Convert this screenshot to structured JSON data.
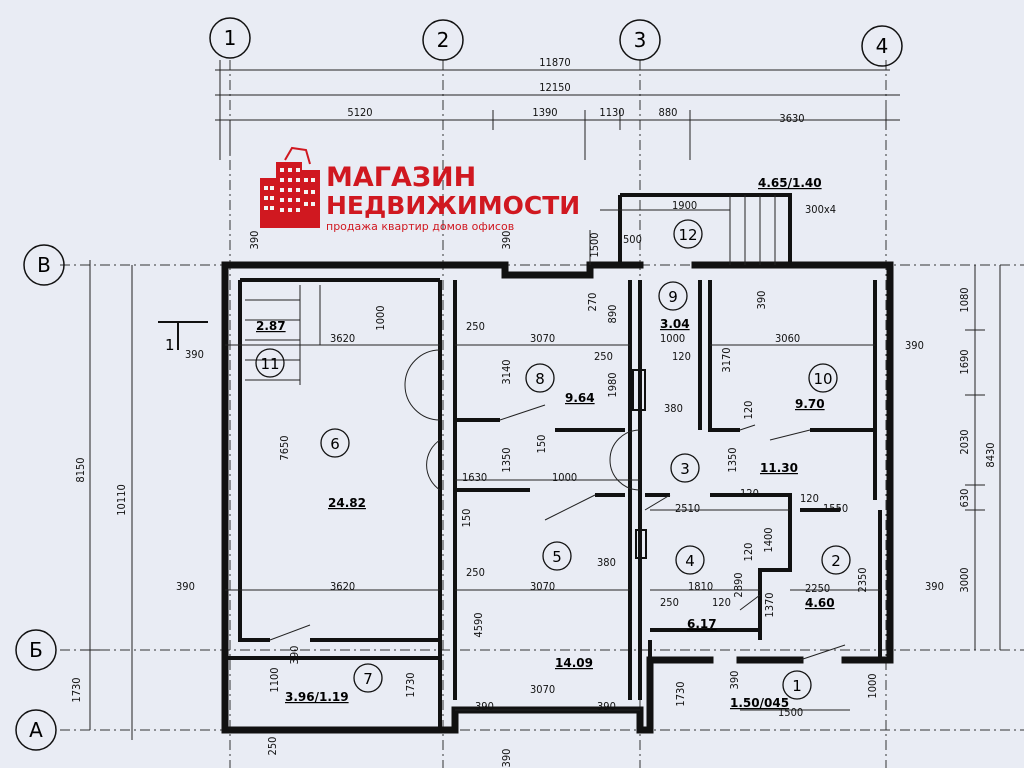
{
  "axes": {
    "vertical": [
      "1",
      "2",
      "3",
      "4"
    ],
    "horizontal": [
      "В",
      "Б",
      "А"
    ]
  },
  "brand": {
    "line1": "МАГАЗИН",
    "line2": "НЕДВИЖИМОСТИ",
    "tagline": "продажа квартир домов офисов",
    "color": "#d01820"
  },
  "section_mark": "1",
  "rooms": [
    {
      "num": "1",
      "area": "1.50/045"
    },
    {
      "num": "2",
      "area": "4.60"
    },
    {
      "num": "3",
      "area": "11.30"
    },
    {
      "num": "4",
      "area": "6.17"
    },
    {
      "num": "5",
      "area": "14.09"
    },
    {
      "num": "6",
      "area": "24.82"
    },
    {
      "num": "7",
      "area": "3.96/1.19"
    },
    {
      "num": "8",
      "area": "9.64"
    },
    {
      "num": "9",
      "area": "3.04"
    },
    {
      "num": "10",
      "area": "9.70"
    },
    {
      "num": "11",
      "area": "2.87"
    },
    {
      "num": "12",
      "area": "4.65/1.40"
    }
  ],
  "dims": {
    "top_overall": "11870",
    "top_total": "12150",
    "top_1": "5120",
    "top_2": "1390",
    "top_3": "1130",
    "top_4": "880",
    "top_5": "3630",
    "porch_1900": "1900",
    "stairs": "300x4",
    "d1500": "1500",
    "d500": "500",
    "d390a": "390",
    "d390b": "390",
    "d1000a": "1000",
    "d3620a": "3620",
    "d250a": "250",
    "d3070a": "3070",
    "d270": "270",
    "d890": "890",
    "d1000b": "1000",
    "d120a": "120",
    "d3060": "3060",
    "d390c": "390",
    "d390d": "390",
    "d390e": "390",
    "d3140": "3140",
    "d250b": "250",
    "d1980": "1980",
    "d3170": "3170",
    "d380a": "380",
    "d120b": "120",
    "d7650": "7650",
    "d150a": "150",
    "d1350a": "1350",
    "d1350b": "1350",
    "d1630": "1630",
    "d1000c": "1000",
    "d120c": "120",
    "d2510": "2510",
    "d1550": "1550",
    "d120d": "120",
    "d1400": "1400",
    "d150b": "150",
    "d380b": "380",
    "d120e": "120",
    "d2890": "2890",
    "d2350": "2350",
    "d390f": "390",
    "d3620b": "3620",
    "d250c": "250",
    "d3070b": "3070",
    "d1810": "1810",
    "d2250": "2250",
    "d390g": "390",
    "d250d": "250",
    "d120f": "120",
    "d1370": "1370",
    "d4590": "4590",
    "d390h": "390",
    "d1100": "1100",
    "d1730a": "1730",
    "d1730b": "1730",
    "d1730c": "1730",
    "d3070c": "3070",
    "d390i": "390",
    "d390j": "390",
    "d390k": "390",
    "d1000d": "1000",
    "d1500b": "1500",
    "d250e": "250",
    "d390l": "390",
    "d8150": "8150",
    "d10110": "10110",
    "r1080": "1080",
    "r1690": "1690",
    "r2030": "2030",
    "r630": "630",
    "r3000": "3000",
    "r8430": "8430"
  }
}
